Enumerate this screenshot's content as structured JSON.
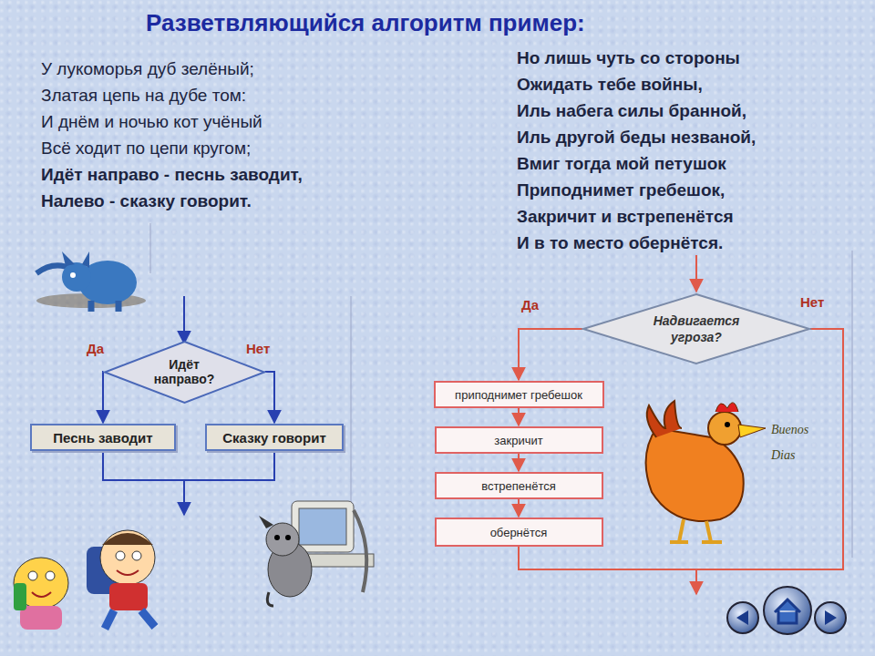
{
  "diagram": {
    "title": "Разветвляющийся алгоритм пример:",
    "nodes": [
      {
        "text": [
          "Идёт направо?"
        ]
      },
      {
        "text": [
          "Песнь заводит"
        ]
      },
      {
        "text": [
          "Сказку говорит"
        ]
      },
      {
        "text": [
          "Надвигается угроза?"
        ]
      },
      {
        "text": [
          "приподнимет гребешок"
        ]
      },
      {
        "text": [
          "закричит"
        ]
      },
      {
        "text": [
          "встрепенётся"
        ]
      },
      {
        "text": [
          "обернётся"
        ]
      }
    ],
    "edges": [
      {
        "from": 0,
        "to": 1,
        "arrow": "to",
        "label": "Да"
      },
      {
        "from": 0,
        "to": 2,
        "arrow": "to",
        "label": "Нет"
      },
      {
        "from": 3,
        "to": 4,
        "arrow": "to",
        "label": "Да"
      },
      {
        "from": 4,
        "to": 5,
        "arrow": "to"
      },
      {
        "from": 5,
        "to": 6,
        "arrow": "to"
      },
      {
        "from": 6,
        "to": 7,
        "arrow": "to"
      }
    ],
    "labels": [
      "У лукоморья дуб зелёный;",
      "Златая цепь на дубе том:",
      "И днём и ночью кот учёный",
      "Всё ходит по цепи кругом;",
      "Идёт направо - песнь заводит,",
      "Налево - сказку говорит.",
      "Но лишь чуть со стороны",
      "Ожидать тебе войны,",
      "Иль набега силы бранной,",
      "Иль другой беды незваной,",
      "Вмиг тогда мой петушок",
      "Приподнимет гребешок,",
      "Закричит и встрепенётся",
      "И в то место обернётся.",
      "Нет",
      "Buenos Dias"
    ]
  }
}
